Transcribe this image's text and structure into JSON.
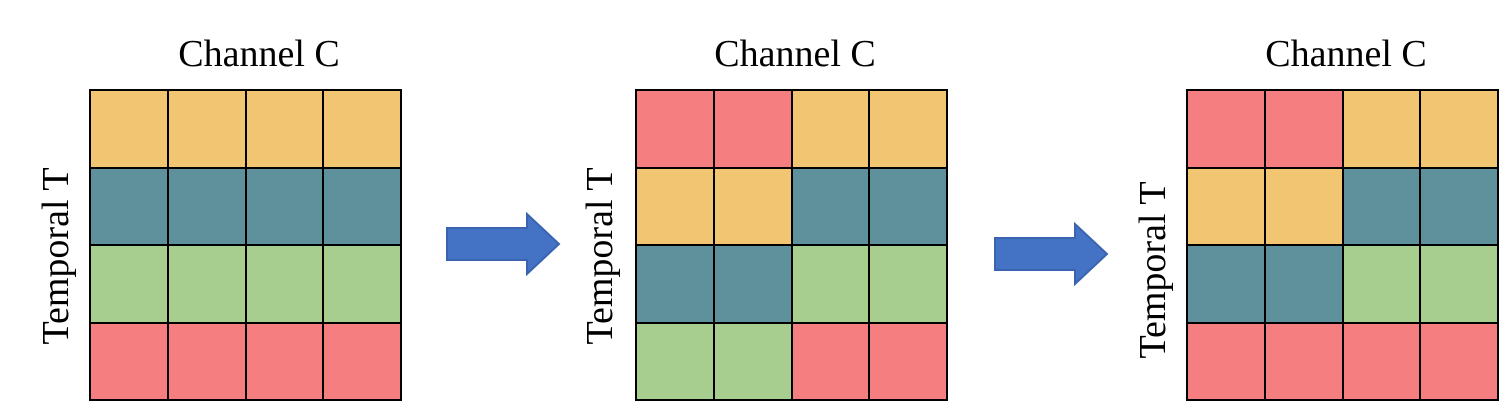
{
  "colors": {
    "yellow": "#F2C572",
    "teal": "#5E919C",
    "green": "#A7CD8F",
    "red": "#F47E80",
    "arrow": "#4472C4",
    "arrow_border": "#3A64B0"
  },
  "panels": [
    {
      "title": "Channel C",
      "ylabel": "Temporal T",
      "cells": [
        [
          "yellow",
          "yellow",
          "yellow",
          "yellow"
        ],
        [
          "teal",
          "teal",
          "teal",
          "teal"
        ],
        [
          "green",
          "green",
          "green",
          "green"
        ],
        [
          "red",
          "red",
          "red",
          "red"
        ]
      ]
    },
    {
      "title": "Channel C",
      "ylabel": "Temporal T",
      "cells": [
        [
          "red",
          "red",
          "yellow",
          "yellow"
        ],
        [
          "yellow",
          "yellow",
          "teal",
          "teal"
        ],
        [
          "teal",
          "teal",
          "green",
          "green"
        ],
        [
          "green",
          "green",
          "red",
          "red"
        ]
      ]
    },
    {
      "title": "Channel C",
      "ylabel": "Temporal T",
      "cells": [
        [
          "red",
          "red",
          "yellow",
          "yellow"
        ],
        [
          "yellow",
          "yellow",
          "teal",
          "teal"
        ],
        [
          "teal",
          "teal",
          "green",
          "green"
        ],
        [
          "red",
          "red",
          "red",
          "red"
        ]
      ]
    }
  ]
}
